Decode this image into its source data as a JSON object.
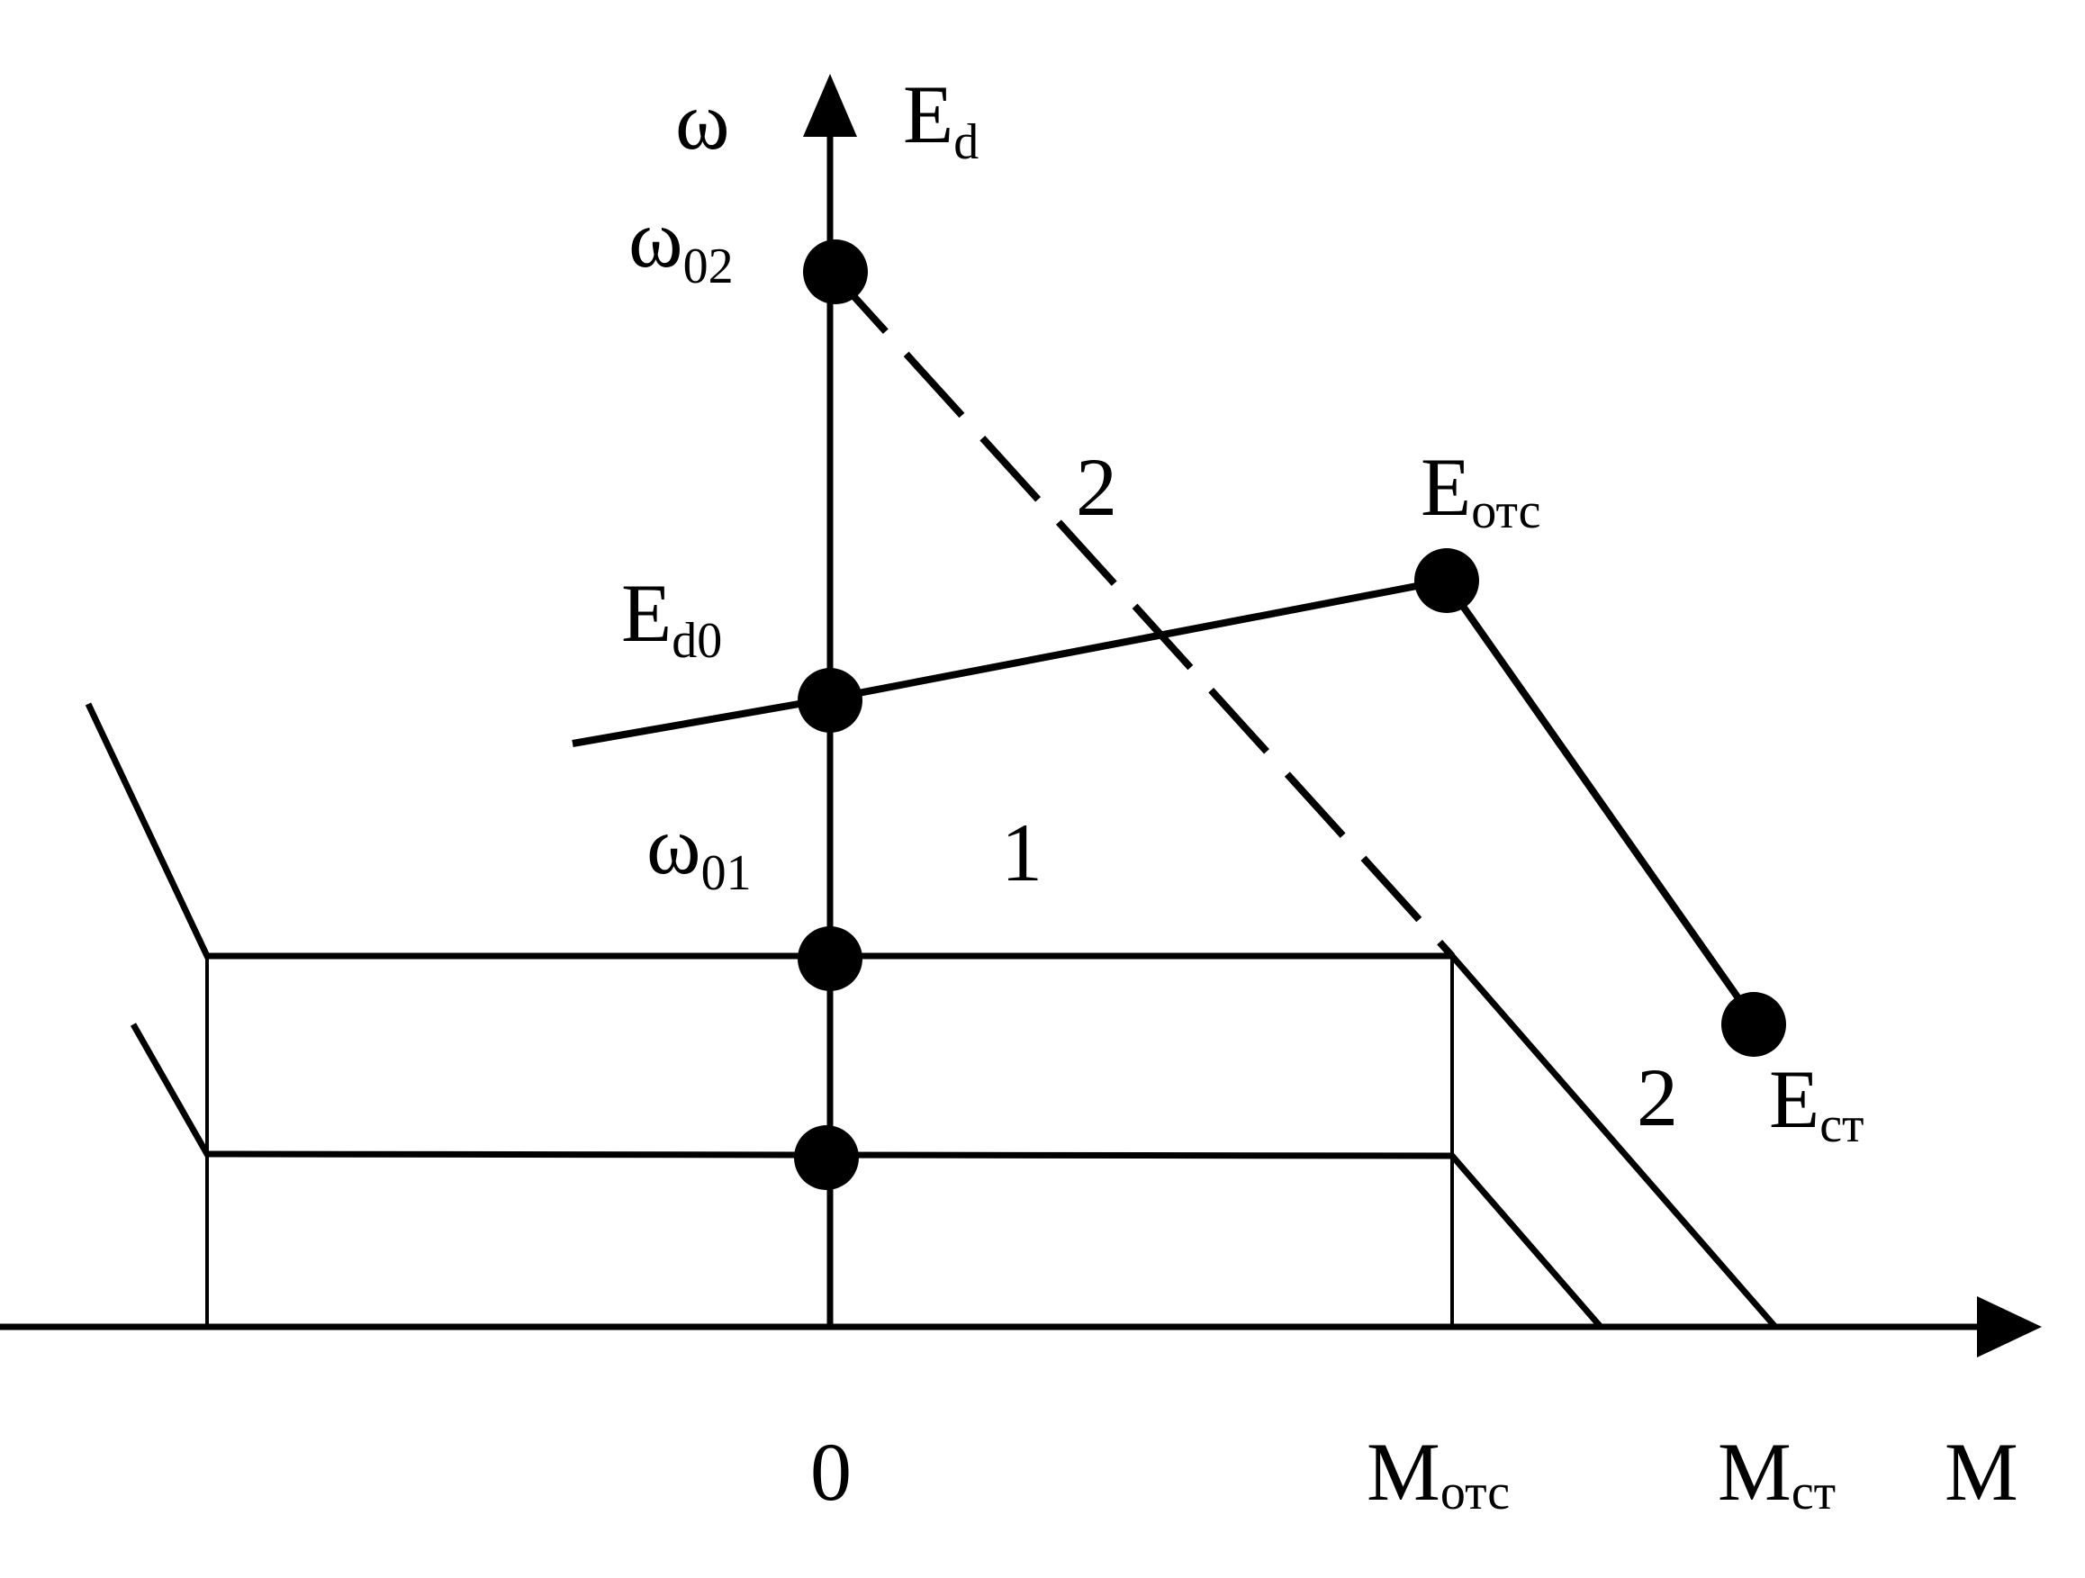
{
  "diagram": {
    "axes": {
      "vertical_label_left": "ω",
      "vertical_label_right_main": "E",
      "vertical_label_right_sub": "d",
      "horizontal_label": "M",
      "origin_label": "0"
    },
    "points": {
      "omega02_main": "ω",
      "omega02_sub": "02",
      "omega01_main": "ω",
      "omega01_sub": "01",
      "ed0_main": "E",
      "ed0_sub": "d0",
      "eotc_main": "E",
      "eotc_sub": "отс",
      "ect_main": "E",
      "ect_sub": "ст"
    },
    "x_ticks": {
      "motc_main": "M",
      "motc_sub": "отс",
      "mct_main": "M",
      "mct_sub": "ст"
    },
    "curve_labels": {
      "curve2_dashed": "2",
      "curve1": "1",
      "curve2_solid": "2"
    },
    "colors": {
      "ink": "#000000",
      "background": "#ffffff"
    }
  }
}
